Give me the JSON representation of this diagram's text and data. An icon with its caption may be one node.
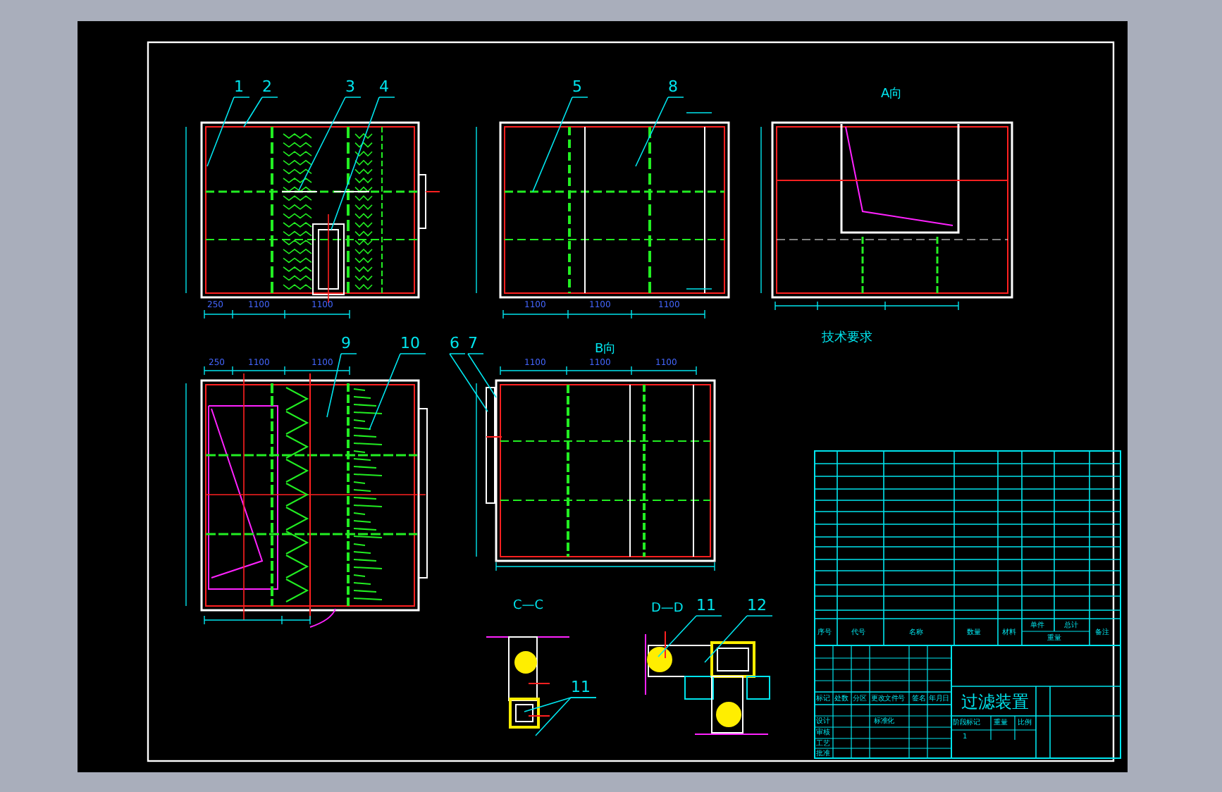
{
  "diagram": {
    "title": "过滤装置",
    "nodes": [
      {
        "text": [
          "1"
        ]
      },
      {
        "text": [
          "2"
        ]
      },
      {
        "text": [
          "3"
        ]
      },
      {
        "text": [
          "4"
        ]
      },
      {
        "text": [
          "5"
        ]
      },
      {
        "text": [
          "8"
        ]
      },
      {
        "text": [
          "9"
        ]
      },
      {
        "text": [
          "10"
        ]
      },
      {
        "text": [
          "6"
        ]
      },
      {
        "text": [
          "7"
        ]
      },
      {
        "text": [
          "11"
        ]
      },
      {
        "text": [
          "12"
        ]
      },
      {
        "text": [
          "11"
        ]
      }
    ],
    "edges": [
      {
        "from": 0,
        "to": null,
        "arrow": "none"
      },
      {
        "from": 1,
        "to": null,
        "arrow": "none"
      },
      {
        "from": 2,
        "to": null,
        "arrow": "none"
      },
      {
        "from": 3,
        "to": null,
        "arrow": "none"
      },
      {
        "from": 4,
        "to": null,
        "arrow": "none"
      },
      {
        "from": 5,
        "to": null,
        "arrow": "none"
      },
      {
        "from": 6,
        "to": null,
        "arrow": "none"
      },
      {
        "from": 7,
        "to": null,
        "arrow": "none"
      },
      {
        "from": 8,
        "to": null,
        "arrow": "none"
      },
      {
        "from": 9,
        "to": null,
        "arrow": "none"
      },
      {
        "from": 10,
        "to": null,
        "arrow": "none"
      },
      {
        "from": 11,
        "to": null,
        "arrow": "none"
      },
      {
        "from": 12,
        "to": null,
        "arrow": "none"
      },
      {
        "from": 12,
        "to": null,
        "arrow": "none"
      }
    ],
    "labels": [
      "A向",
      "250",
      "1100",
      "1100",
      "1100",
      "1100",
      "1100",
      "250",
      "1100",
      "1100",
      "B向",
      "1100",
      "1100",
      "1100",
      "技术要求",
      "C—C",
      "D—D",
      "序号",
      "代号",
      "名称",
      "数量",
      "材料",
      "单件",
      "总计",
      "重量",
      "备注",
      "标记",
      "处数",
      "分区",
      "更改文件号",
      "签名",
      "年月日",
      "设计",
      "标准化",
      "审核",
      "工艺",
      "批准",
      "阶段标记",
      "重量",
      "比例",
      "1"
    ]
  }
}
